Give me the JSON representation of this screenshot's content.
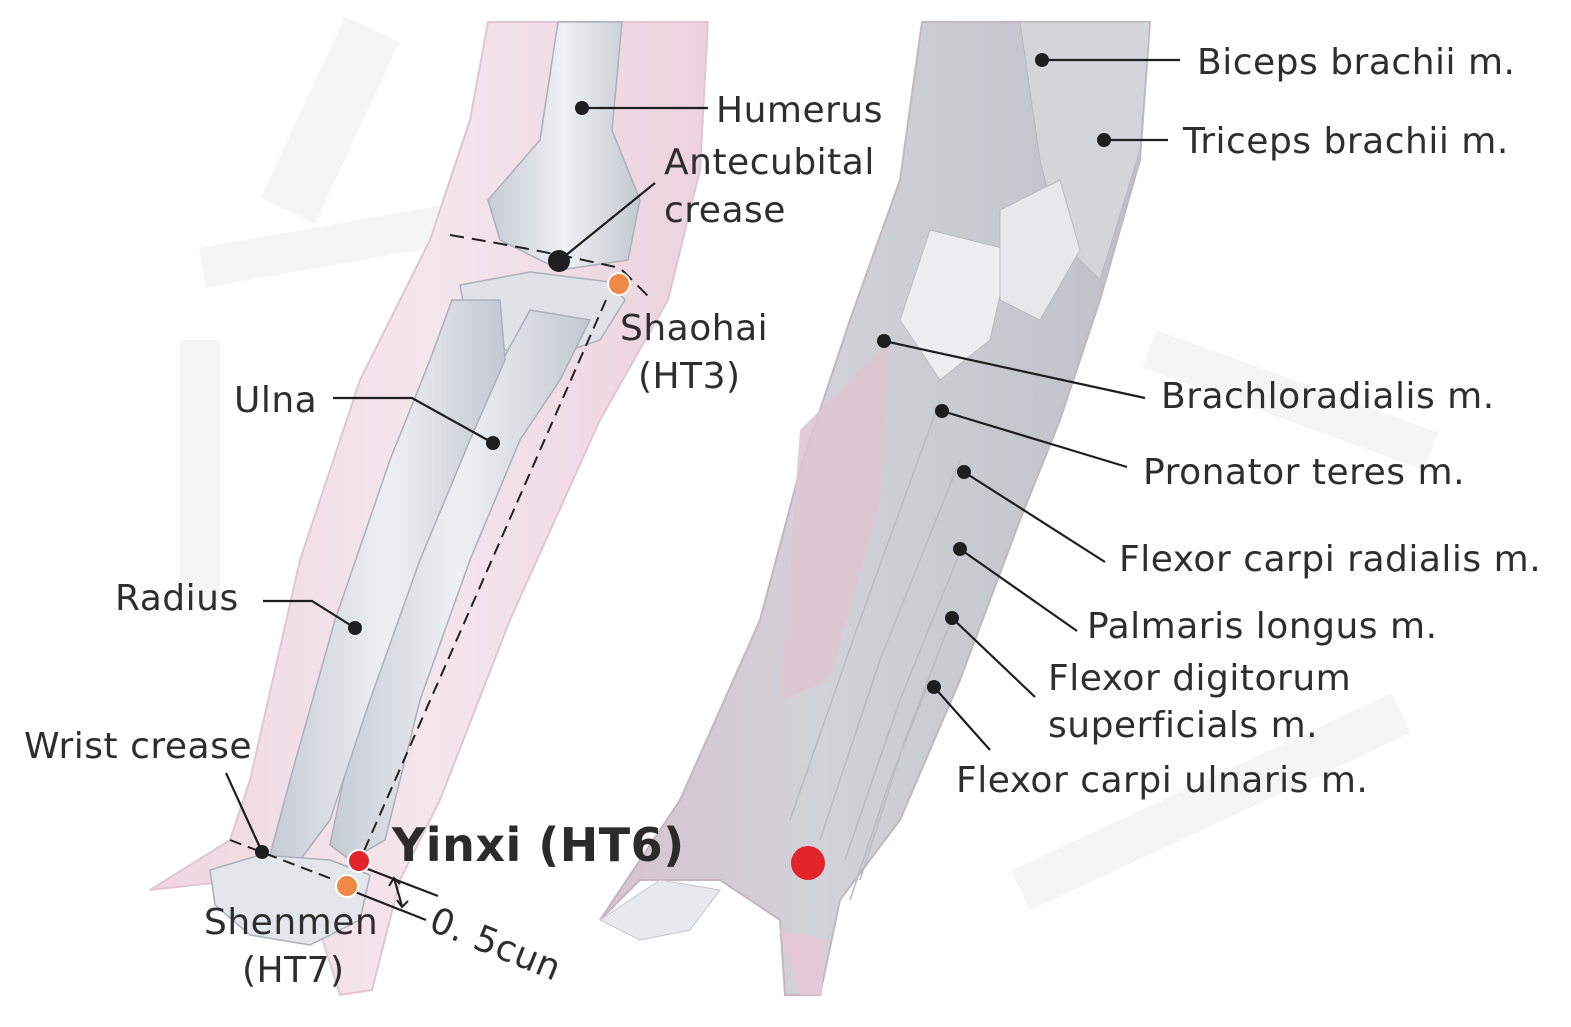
{
  "figure": {
    "left_arm_labels": {
      "humerus": "Humerus",
      "antecubital_line1": "Antecubital",
      "antecubital_line2": "crease",
      "shaohai_line1": "Shaohai",
      "shaohai_line2": "(HT3)",
      "ulna": "Ulna",
      "radius": "Radius",
      "wrist_crease": "Wrist crease",
      "yinxi": "Yinxi (HT6)",
      "shenmen_line1": "Shenmen",
      "shenmen_line2": "(HT7)",
      "distance": "0. 5cun"
    },
    "right_arm_labels": {
      "biceps": "Biceps brachii m.",
      "triceps": "Triceps brachii m.",
      "brachioradialis": "Brachloradialis m.",
      "pronator": "Pronator teres m.",
      "fcr": "Flexor carpi radialis m.",
      "palmaris": "Palmaris longus m.",
      "fds_line1": "Flexor digitorum",
      "fds_line2": "superficials m.",
      "fcu": "Flexor carpi ulnaris m."
    },
    "colors": {
      "acupoint_red": "#e3242b",
      "acupoint_orange": "#ee8a45",
      "marker_black": "#1e1e1e",
      "skin_pink": "#f1d9e2",
      "bone_gray": "#d9dde3",
      "muscle_gray": "#c9ccd1"
    }
  }
}
